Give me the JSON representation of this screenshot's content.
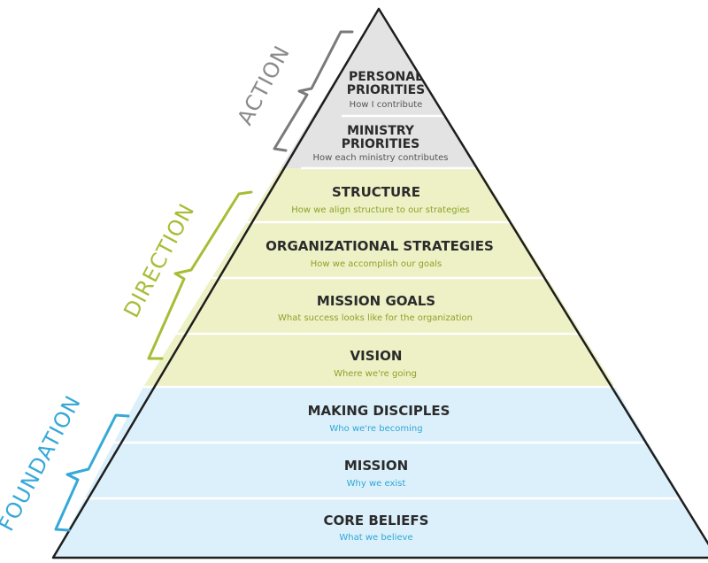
{
  "groups": [
    {
      "id": "action",
      "label": "ACTION",
      "fill": "#e3e3e3",
      "text_color": "#555555",
      "bracket_color": "#7a7a7a",
      "label_color": "#8a8a8a"
    },
    {
      "id": "direction",
      "label": "DIRECTION",
      "fill": "#eef1c6",
      "text_color": "#8da12a",
      "bracket_color": "#a6bd35",
      "label_color": "#a6bd35"
    },
    {
      "id": "foundation",
      "label": "FOUNDATION",
      "fill": "#dcf0fb",
      "text_color": "#2fa6d6",
      "bracket_color": "#36a9d8",
      "label_color": "#36a9d8"
    }
  ],
  "levels": [
    {
      "group": "action",
      "title": "PERSONAL",
      "title2": "PRIORITIES",
      "subtitle": "How I contribute"
    },
    {
      "group": "action",
      "title": "MINISTRY",
      "title2": "PRIORITIES",
      "subtitle": "How each ministry contributes"
    },
    {
      "group": "direction",
      "title": "STRUCTURE",
      "subtitle": "How we align structure to our strategies"
    },
    {
      "group": "direction",
      "title": "ORGANIZATIONAL STRATEGIES",
      "subtitle": "How we accomplish our goals"
    },
    {
      "group": "direction",
      "title": "MISSION GOALS",
      "subtitle": "What success looks like for the organization"
    },
    {
      "group": "direction",
      "title": "VISION",
      "subtitle": "Where we're going"
    },
    {
      "group": "foundation",
      "title": "MAKING DISCIPLES",
      "subtitle": "Who we're becoming"
    },
    {
      "group": "foundation",
      "title": "MISSION",
      "subtitle": "Why we exist"
    },
    {
      "group": "foundation",
      "title": "CORE BELIEFS",
      "subtitle": "What we believe"
    }
  ],
  "colors": {
    "outline": "#1e1e1e",
    "divider": "#ffffff"
  }
}
